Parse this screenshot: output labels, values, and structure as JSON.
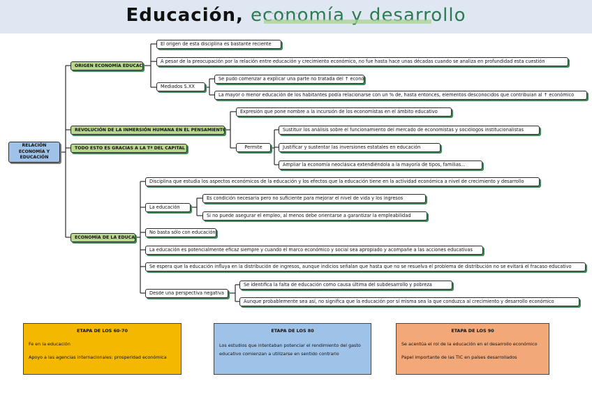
{
  "title": {
    "part1": "Educación,",
    "part2": "economía y desarrollo",
    "faint": "~ ~ ~ ~ ~ ~ ~ ~ ~ ~ ~ ~"
  },
  "root": "RELACIÓN ECONOMÍA Y EDUCACIÓN",
  "branches": {
    "origen": "ORIGEN ECONOMÍA EDUCACIÓN",
    "revolucion": "REVOLUCIÓN DE LA INMERSIÓN HUMANA EN EL PENSAMIENTO ECONÓMICO",
    "todo": "TODO ESTO ES GRACIAS A LA Tª DEL CAPITAL HUMANO",
    "economia": "ECONOMÍA DE LA EDUCACIÓN"
  },
  "origen": {
    "n1": "El origen de esta disciplina es bastante reciente",
    "n2": "A pesar de la preocupación por la relación entre educación y crecimiento económico, no fue hasta hace unas décadas cuando se analiza en profundidad esta cuestión",
    "n3": "Mediados S.XX",
    "n3a": "Se pudo comenzar a explicar una parte no tratada del ↑ económico",
    "n3b": "La mayor o menor educación de los habitantes podía relacionarse con un % de, hasta entonces, elementos desconocidos que contribuían al ↑ económico"
  },
  "revolucion": {
    "r1": "Expresión que pone nombre a la incursión de los economistas en el ámbito educativo",
    "r2": "Permite",
    "r2a": "Sustituir los análisis sobre el funcionamiento del mercado de economistas y sociólogos institucionalistas",
    "r2b": "Justificar y sustentar las inversiones estatales en educación",
    "r2c": "Ampliar la economía neoclásica extendiéndola a la mayoría de tipos, familias..."
  },
  "economia": {
    "e1": "Disciplina que estudia los aspectos económicos de la educación y los efectos que la educación tiene en la actividad económica a nivel de crecimiento y desarrollo",
    "e2": "La educación",
    "e2a": "Es condición necesaria pero no suficiente para mejorar el nivel de vida y los ingresos",
    "e2b": "Si no puede asegurar el empleo, al menos debe orientarse a garantizar la empleabilidad",
    "e3": "No basta sólo con educación",
    "e4": "La educación es potencialmente eficaz siempre y cuando el marco económico y social sea apropiado y acompañe a las acciones educativas",
    "e5": "Se espera que la educación influya en la distribución de ingresos, aunque indicios señalan que hasta que no se resuelva el problema de distribución no se evitará el fracaso educativo",
    "e6": "Desde una perspectiva negativa",
    "e6a": "Se identifica la falta de educación como causa última del subdesarrollo y pobreza",
    "e6b": "Aunque probablemente sea así, no significa que la educación por sí misma sea la que conduzca al crecimiento y desarrollo económico"
  },
  "boxes": {
    "b1": {
      "title": "ETAPA DE LOS 60-70",
      "l1": "Fe en la educación",
      "l2": "Apoyo a las agencias internacionales: prosperidad económica"
    },
    "b2": {
      "title": "ETAPA DE LOS 80",
      "l1": "Los estudios que intentaban potenciar el rendimiento del gasto educativo comienzan a utilizarse en sentido contrario"
    },
    "b3": {
      "title": "ETAPA DE LOS 90",
      "l1": "Se acentúa el rol de la educación en el desarrollo económico",
      "l2": "Papel importante de las TIC en países desarrollados"
    }
  },
  "colors": {
    "header_band": "#dfe7f3",
    "green_node": "#b9d78f",
    "blue_node": "#9fc2e8",
    "box_60_70": "#f5b800",
    "box_80": "#9fc2e8",
    "box_90": "#f2a878",
    "shadow": "#3b8a55"
  }
}
